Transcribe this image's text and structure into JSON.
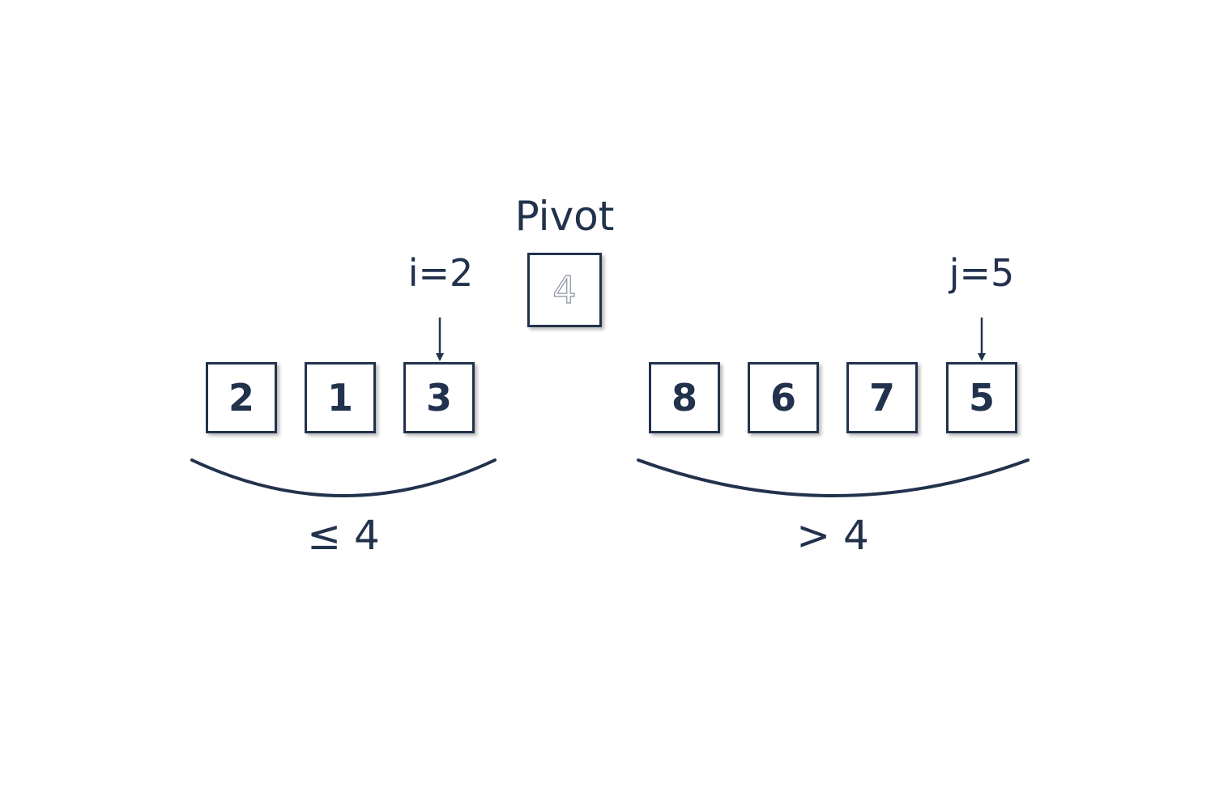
{
  "pivot": {
    "label": "Pivot",
    "value": "4"
  },
  "left_partition": {
    "pointer_label": "i=2",
    "items": [
      "2",
      "1",
      "3"
    ],
    "condition": "≤ 4"
  },
  "right_partition": {
    "pointer_label": "j=5",
    "items": [
      "8",
      "6",
      "7",
      "5"
    ],
    "condition": "> 4"
  },
  "colors": {
    "ink": "#22324d",
    "pivot_text_outline": "#8a93a3",
    "background": "#ffffff"
  }
}
